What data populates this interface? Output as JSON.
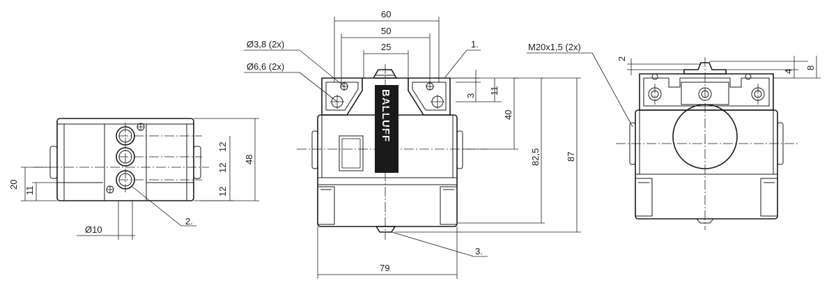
{
  "dimensions": {
    "width_60": "60",
    "width_50": "50",
    "width_25": "25",
    "height_3": "3",
    "height_11_top": "11",
    "height_40": "40",
    "height_82_5": "82,5",
    "height_87": "87",
    "width_79": "79",
    "left_12_a": "12",
    "left_12_b": "12",
    "left_12_c": "12",
    "left_48": "48",
    "left_20": "20",
    "left_11": "11",
    "right_2": "2",
    "right_4": "4",
    "right_8": "8"
  },
  "callouts": {
    "hole_small": "Ø3,8 (2x)",
    "hole_large": "Ø6,6 (2x)",
    "thread": "M20x1,5 (2x)",
    "diameter_10": "Ø10",
    "ref_1": "1.",
    "ref_2": "2.",
    "ref_3": "3."
  },
  "logo_text": "BALLUFF"
}
